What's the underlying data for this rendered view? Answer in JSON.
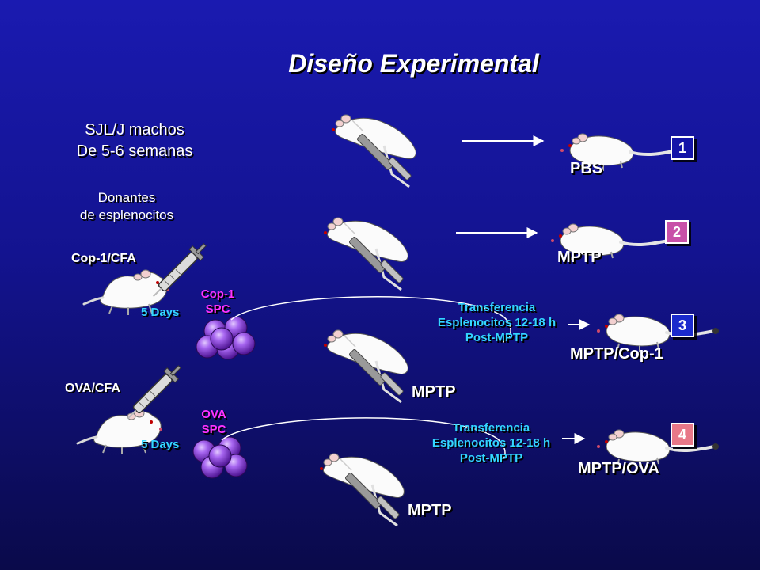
{
  "title": "Diseño Experimental",
  "intro": {
    "line1": "SJL/J machos",
    "line2": "De 5-6 semanas"
  },
  "donors": {
    "line1": "Donantes",
    "line2": "de esplenocitos",
    "cop1_cfa": "Cop-1/CFA",
    "ova_cfa": "OVA/CFA",
    "days_cop": "5 Days",
    "days_ova": "5 Days",
    "cop_spc_1": "Cop-1",
    "cop_spc_2": "SPC",
    "ova_spc_1": "OVA",
    "ova_spc_2": "SPC"
  },
  "treatments": {
    "mptp_a": "MPTP",
    "mptp_b": "MPTP"
  },
  "transfer_3": {
    "line1": "Transferencia",
    "line2": "Esplenocitos 12-18 h",
    "line3": "Post-MPTP"
  },
  "transfer_4": {
    "line1": "Transferencia",
    "line2": "Esplenocitos 12-18 h",
    "line3": "Post-MPTP"
  },
  "groups": [
    {
      "number": "1",
      "label": "PBS",
      "fill": "#1414a8"
    },
    {
      "number": "2",
      "label": "MPTP",
      "fill": "#c850a8"
    },
    {
      "number": "3",
      "label": "MPTP/Cop-1",
      "fill": "#1a2acc"
    },
    {
      "number": "4",
      "label": "MPTP/OVA",
      "fill": "#e87888"
    }
  ],
  "colors": {
    "cyan": "#33d6ff",
    "magenta": "#ff33ff",
    "cell": "#8a3de0"
  }
}
